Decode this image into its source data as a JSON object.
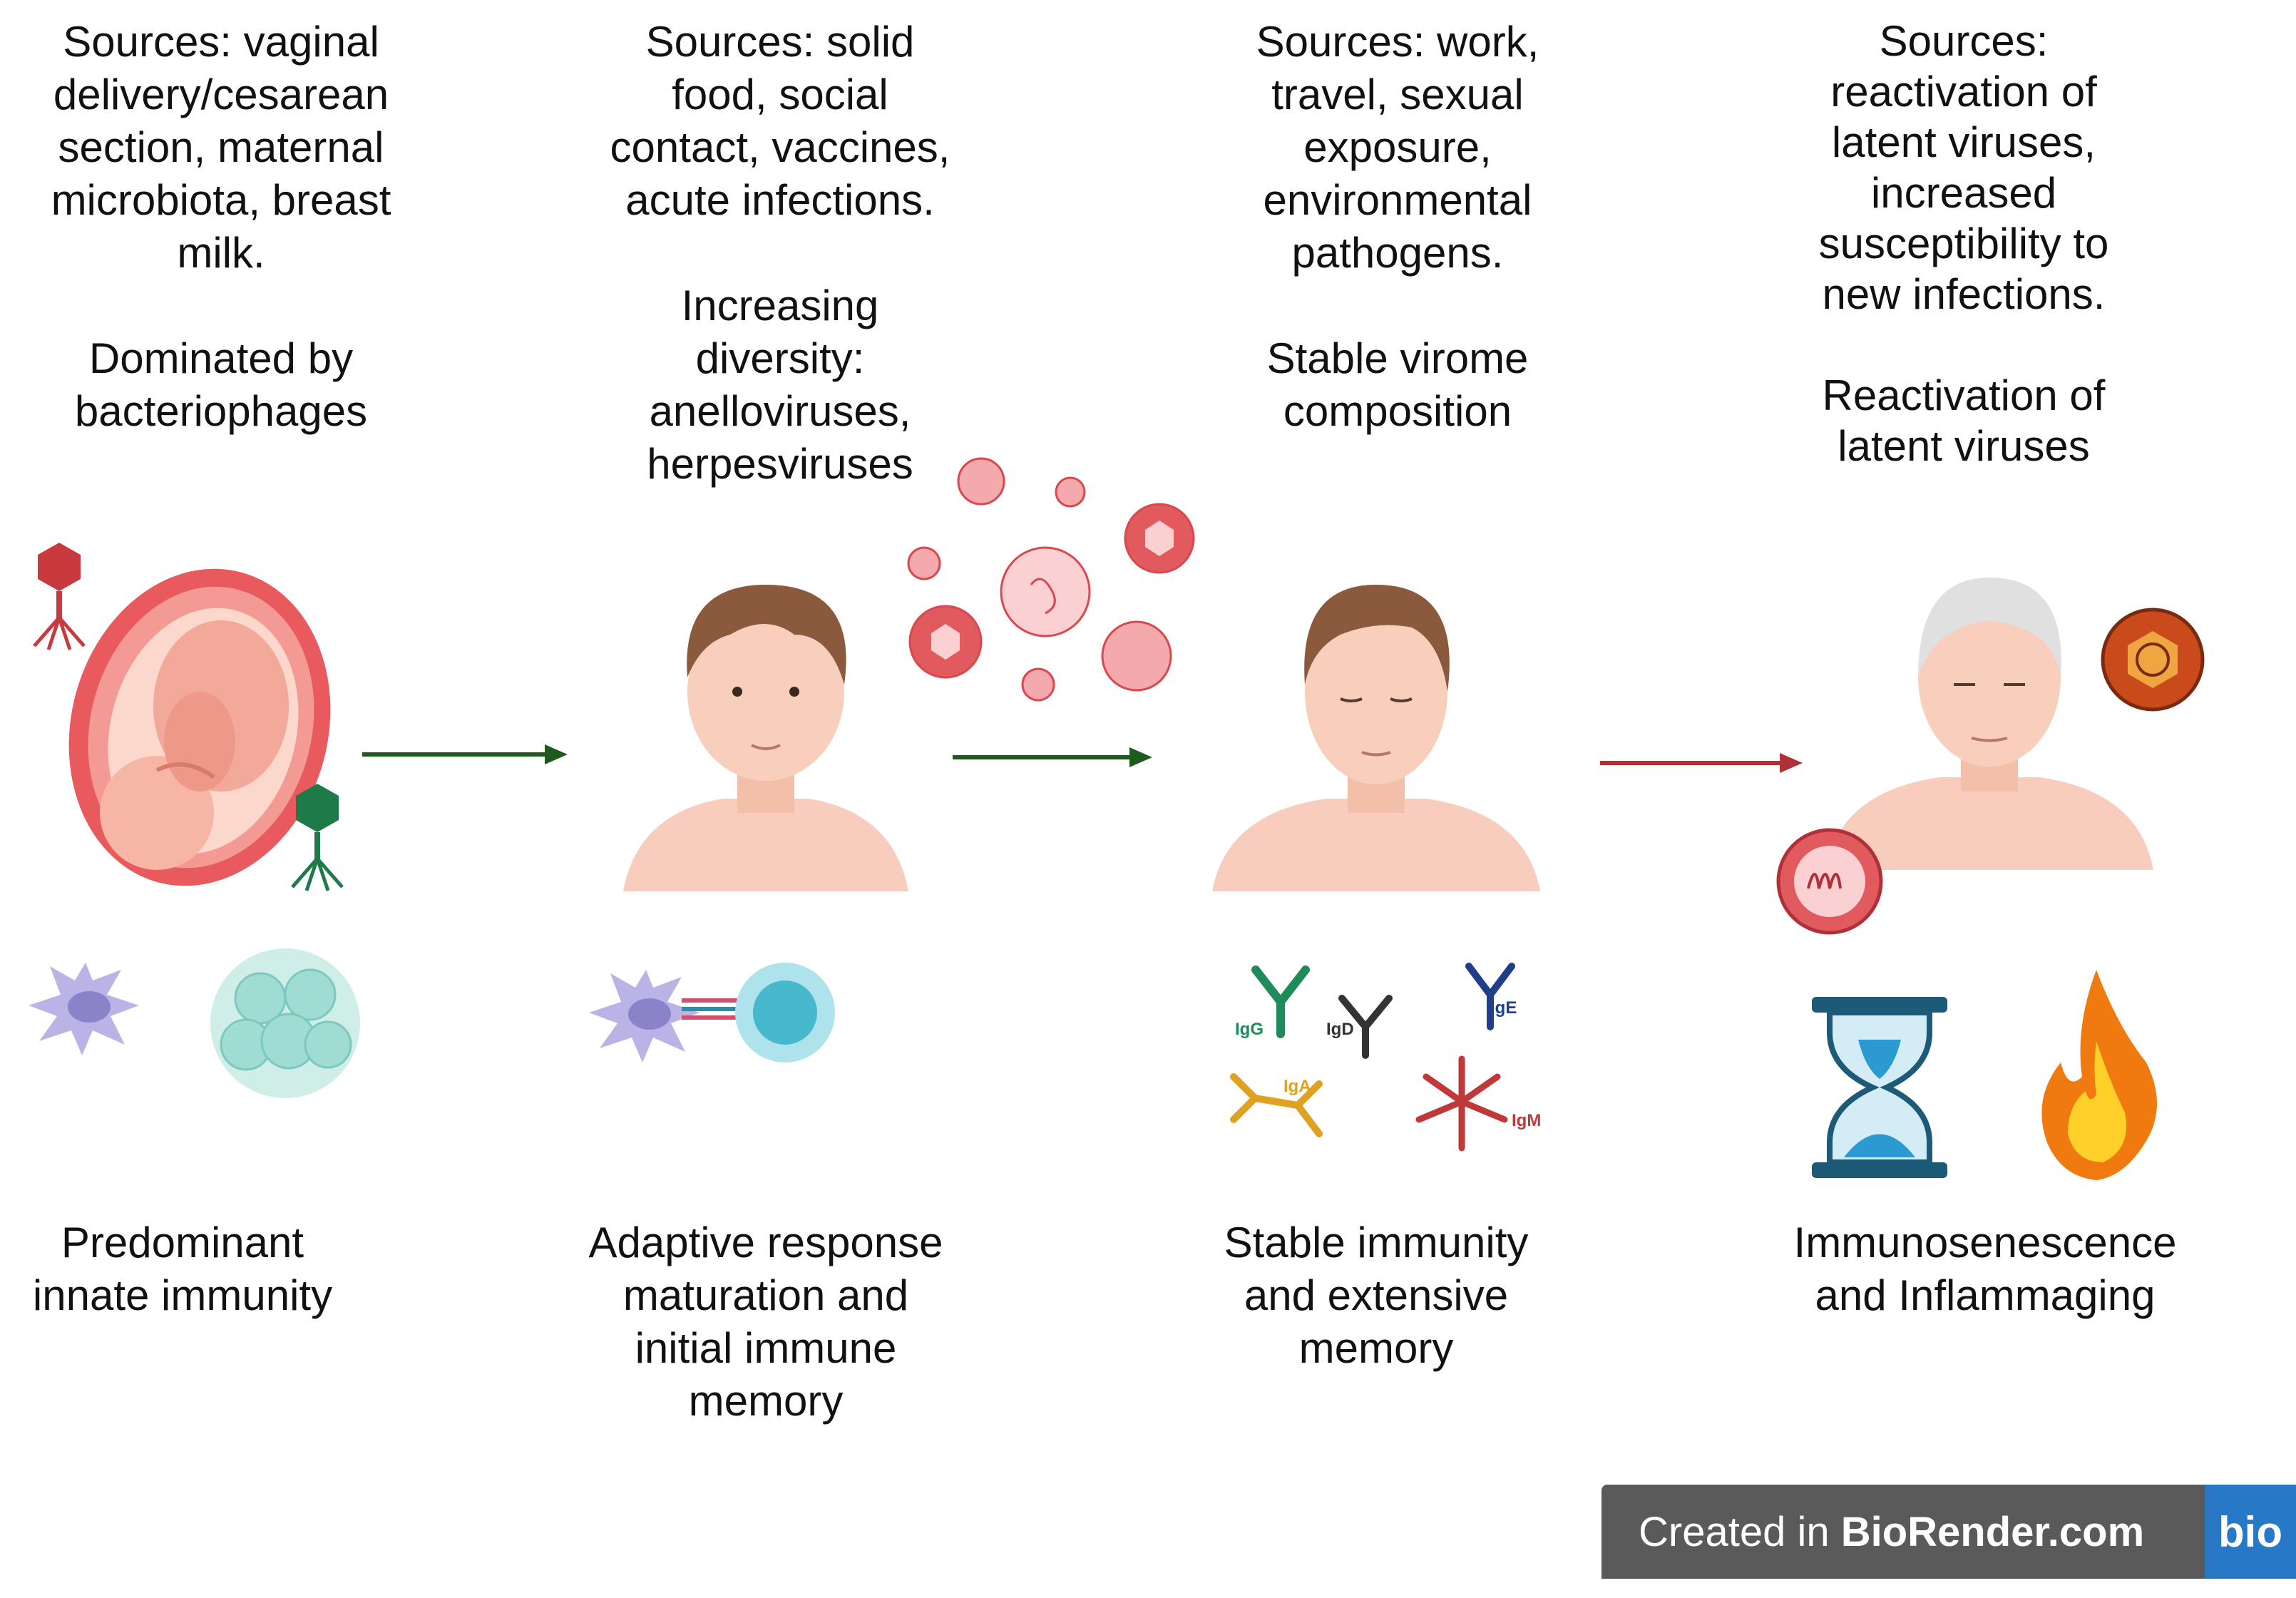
{
  "stages": [
    {
      "sources_lines": [
        "Sources: vaginal",
        "delivery/cesarean",
        "section, maternal",
        "microbiota, breast",
        "milk."
      ],
      "virome_lines": [
        "Dominated by",
        "bacteriophages"
      ],
      "immunity_lines": [
        "Predominant",
        "innate immunity"
      ]
    },
    {
      "sources_lines": [
        "Sources: solid",
        "food, social",
        "contact, vaccines,",
        "acute infections."
      ],
      "virome_lines": [
        "Increasing",
        "diversity:",
        "anelloviruses,",
        "herpesviruses"
      ],
      "immunity_lines": [
        "Adaptive response",
        "maturation and",
        "initial immune",
        "memory"
      ]
    },
    {
      "sources_lines": [
        "Sources: work,",
        "travel, sexual",
        "exposure,",
        "environmental",
        "pathogens."
      ],
      "virome_lines": [
        "Stable virome",
        "composition"
      ],
      "immunity_lines": [
        "Stable immunity",
        "and extensive",
        "memory"
      ]
    },
    {
      "sources_lines": [
        "Sources:",
        "reactivation of",
        "latent viruses,",
        "increased",
        "susceptibility to",
        "new infections."
      ],
      "virome_lines": [
        "Reactivation of",
        "latent viruses"
      ],
      "immunity_lines": [
        "Immunosenescence",
        "and Inflammaging"
      ]
    }
  ],
  "antibody_labels": [
    "IgG",
    "IgD",
    "IgE",
    "IgA",
    "IgM"
  ],
  "credit": {
    "prefix": "Created in ",
    "brand": "BioRender.com",
    "logo": "bio"
  },
  "colors": {
    "arrow_green": "#1e5a1e",
    "arrow_red": "#b0303a",
    "virus_red": "#d9484e",
    "skin": "#f4c4b0"
  }
}
